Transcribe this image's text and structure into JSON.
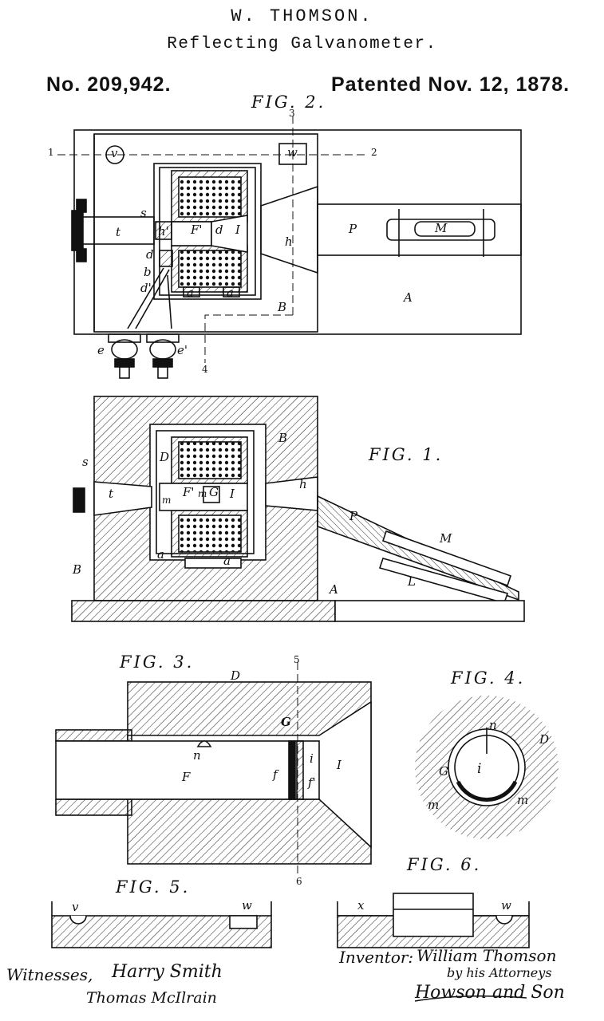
{
  "header": {
    "inventor": "W. THOMSON.",
    "title": "Reflecting Galvanometer.",
    "patent_number": "No. 209,942.",
    "patented_date": "Patented Nov. 12, 1878."
  },
  "figures": {
    "fig1": "FIG. 1.",
    "fig2": "FIG. 2.",
    "fig3": "FIG. 3.",
    "fig4": "FIG. 4.",
    "fig5": "FIG. 5.",
    "fig6": "FIG. 6."
  },
  "labels": {
    "one": "1",
    "two": "2",
    "three": "3",
    "four": "4",
    "five": "5",
    "six": "6",
    "v": "v",
    "w": "w",
    "x": "x",
    "s": "s",
    "t": "t",
    "h": "h",
    "h_prime": "h'",
    "P": "P",
    "M": "M",
    "L": "L",
    "A": "A",
    "B": "B",
    "D": "D",
    "F": "F",
    "F_prime": "F'",
    "d": "d",
    "d_prime": "d'",
    "b": "b",
    "a": "a",
    "I": "I",
    "G": "G",
    "e": "e",
    "e_prime": "e'",
    "m": "m",
    "n": "n",
    "f": "f",
    "f_prime": "f'",
    "i": "i"
  },
  "signatures": {
    "witnesses_label": "Witnesses,",
    "witness_1": "Harry Smith",
    "witness_2": "Thomas McIlrain",
    "inventor_label": "Inventor:",
    "inventor_name": "William Thomson",
    "by_attorneys": "by his Attorneys",
    "attorneys": "Howson and Son"
  }
}
